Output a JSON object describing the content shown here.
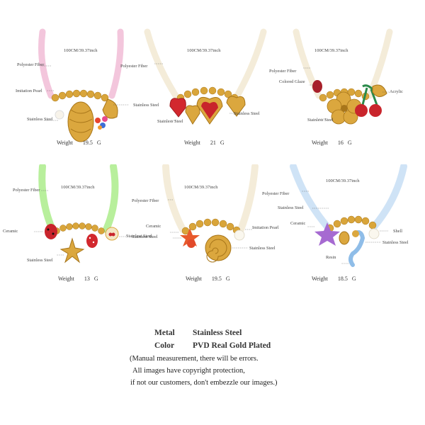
{
  "panels": [
    {
      "length": "100CM/39.37inch",
      "labels": [
        "Polyester Fiber",
        "Imitation Pearl",
        "Stainless Steel",
        "Stainless Steel"
      ],
      "weight_label": "Weight",
      "weight_value": "19.5",
      "weight_unit": "G",
      "cord_color": "#f3c6dc"
    },
    {
      "length": "100CM/39.37inch",
      "labels": [
        "Polyester Fiber",
        "Stainless Steel",
        "Stainless Steel"
      ],
      "weight_label": "Weight",
      "weight_value": "21",
      "weight_unit": "G",
      "cord_color": "#f4ecd9"
    },
    {
      "length": "100CM/39.37inch",
      "labels": [
        "Polyester Fiber",
        "Colored Glaze",
        "Acrylic",
        "Stainless Steel"
      ],
      "weight_label": "Weight",
      "weight_value": "16",
      "weight_unit": "G",
      "cord_color": "#f4ecd9"
    },
    {
      "length": "100CM/39.37inch",
      "labels": [
        "Polyester Fiber",
        "Ceramic",
        "Stainless Steel",
        "Stainless Steel"
      ],
      "weight_label": "Weight",
      "weight_value": "13",
      "weight_unit": "G",
      "cord_color": "#b8ef9c"
    },
    {
      "length": "100CM/39.37inch",
      "labels": [
        "Polyester Fiber",
        "Ceramic",
        "Imitation Pearl",
        "Stainless Steel",
        "Stainless Steel"
      ],
      "weight_label": "Weight",
      "weight_value": "19.5",
      "weight_unit": "G",
      "cord_color": "#f4ecd9"
    },
    {
      "length": "100CM/39.37inch",
      "labels": [
        "Polyester Fiber",
        "Stainless Steel",
        "Ceramic",
        "Shell",
        "Stainless Steel",
        "Resin"
      ],
      "weight_label": "Weight",
      "weight_value": "18.5",
      "weight_unit": "G",
      "cord_color": "#cfe3f6"
    }
  ],
  "specs": {
    "metal_key": "Metal",
    "metal_value": "Stainless Steel",
    "color_key": "Color",
    "color_value": "PVD Real Gold Plated"
  },
  "notes": [
    "(Manual measurement, there will be errors.",
    "All images have copyright protection,",
    "if not our customers, don't embezzle our images.)"
  ],
  "colors": {
    "gold": "#d9a53a",
    "gold_dark": "#a8761a",
    "red": "#d2282e",
    "text": "#333333"
  }
}
